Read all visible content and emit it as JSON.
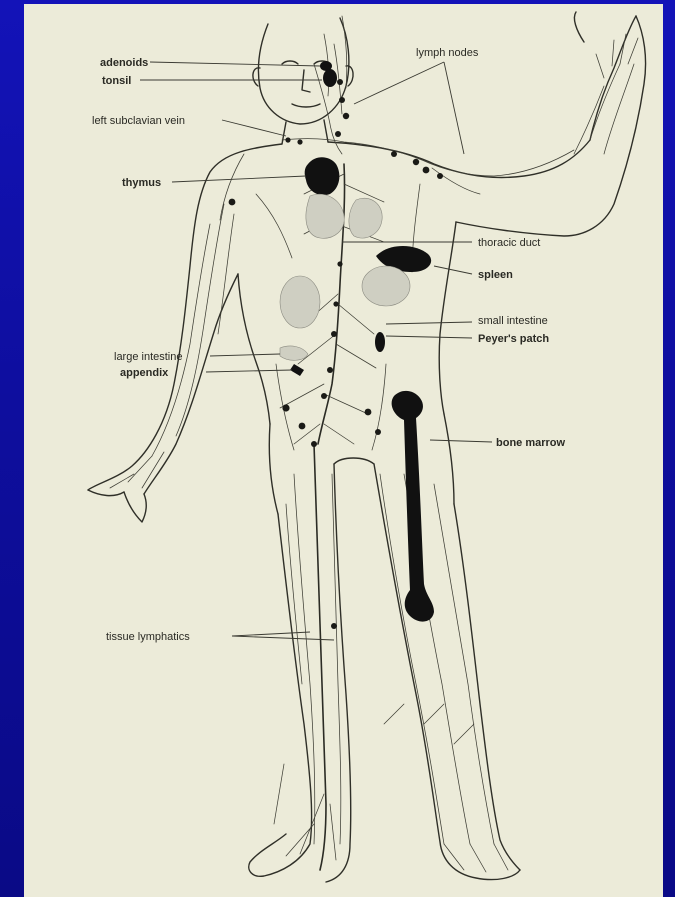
{
  "labels": {
    "adenoids": "adenoids",
    "tonsil": "tonsil",
    "lymph_nodes": "lymph nodes",
    "left_subclavian_vein": "left subclavian vein",
    "thymus": "thymus",
    "thoracic_duct": "thoracic duct",
    "spleen": "spleen",
    "small_intestine": "small intestine",
    "peyers_patch": "Peyer's patch",
    "large_intestine": "large intestine",
    "appendix": "appendix",
    "bone_marrow": "bone marrow",
    "tissue_lymphatics": "tissue lymphatics"
  },
  "colors": {
    "slide_background": "#1010a8",
    "paper": "#ecebd9",
    "ink": "#2a2a24"
  }
}
